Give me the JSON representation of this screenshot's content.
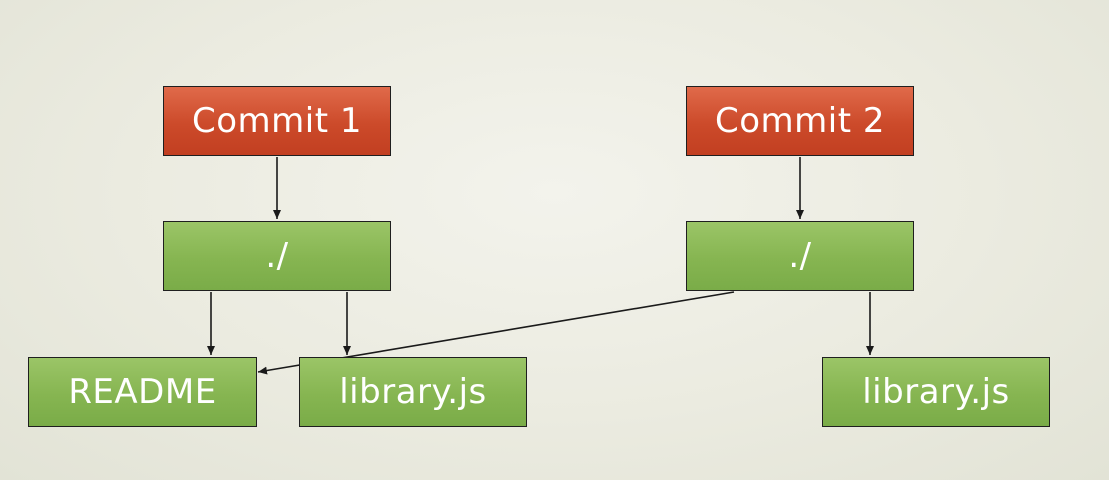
{
  "diagram": {
    "commits": [
      {
        "id": "commit1",
        "label": "Commit 1"
      },
      {
        "id": "commit2",
        "label": "Commit 2"
      }
    ],
    "trees": [
      {
        "id": "tree1",
        "label": "./"
      },
      {
        "id": "tree2",
        "label": "./"
      }
    ],
    "blobs": [
      {
        "id": "readme",
        "label": "README"
      },
      {
        "id": "lib1",
        "label": "library.js"
      },
      {
        "id": "lib2",
        "label": "library.js"
      }
    ],
    "edges": [
      {
        "from": "commit1",
        "to": "tree1"
      },
      {
        "from": "commit2",
        "to": "tree2"
      },
      {
        "from": "tree1",
        "to": "readme"
      },
      {
        "from": "tree1",
        "to": "lib1"
      },
      {
        "from": "tree2",
        "to": "readme"
      },
      {
        "from": "tree2",
        "to": "lib2"
      }
    ],
    "colors": {
      "commit": "#cc4a2a",
      "object": "#86b551",
      "border": "#1f1f1f",
      "text": "#ffffff",
      "arrow": "#1a1a1a"
    }
  }
}
